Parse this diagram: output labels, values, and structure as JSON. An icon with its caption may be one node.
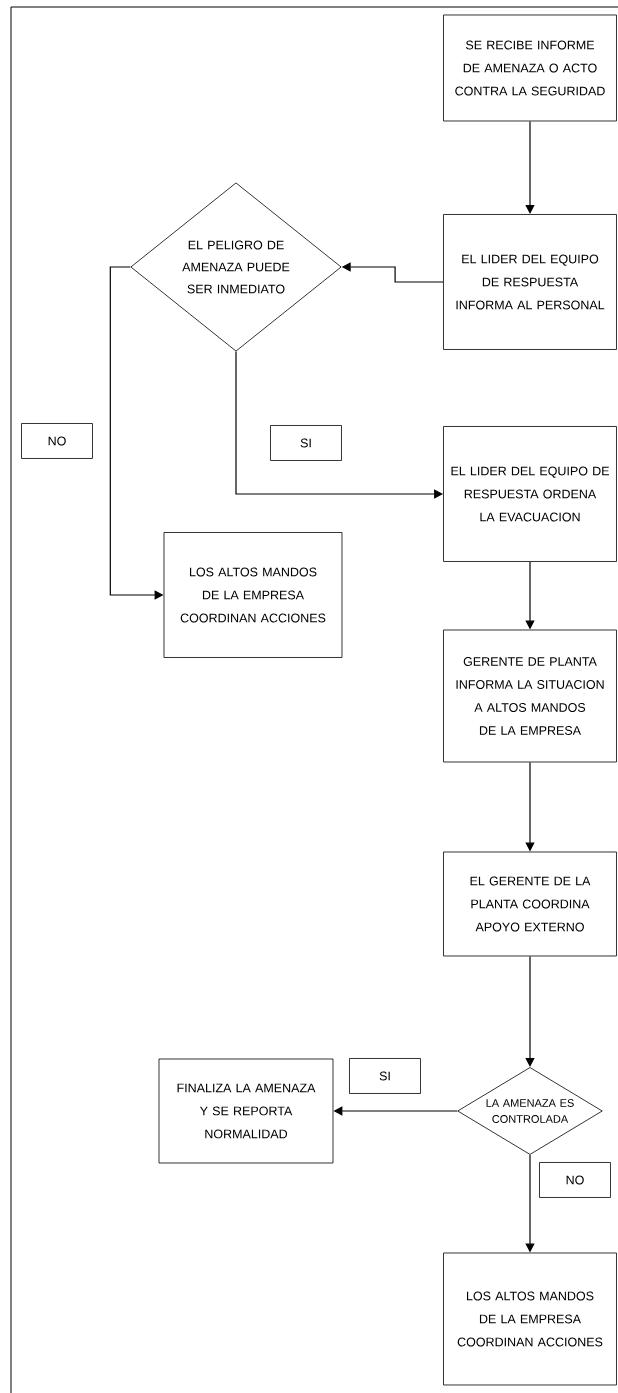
{
  "diagram": {
    "nodes": [
      {
        "text": [
          "SE RECIBE INFORME DE AMENAZA O ACTO CONTRA LA SEGURIDAD"
        ]
      },
      {
        "text": [
          "EL LIDER DEL EQUIPO DE RESPUESTA INFORMA AL PERSONAL"
        ]
      },
      {
        "text": [
          "EL PELIGRO DE AMENAZA PUEDE SER INMEDIATO"
        ]
      },
      {
        "text": [
          "EL LIDER DEL EQUIPO DE RESPUESTA ORDENA LA EVACUACION"
        ]
      },
      {
        "text": [
          "LOS ALTOS MANDOS DE LA EMPRESA COORDINAN ACCIONES"
        ]
      },
      {
        "text": [
          "GERENTE DE PLANTA INFORMA LA SITUACION  A ALTOS MANDOS DE LA EMPRESA"
        ]
      },
      {
        "text": [
          "EL GERENTE DE LA PLANTA COORDINA APOYO EXTERNO"
        ]
      },
      {
        "text": [
          "LA AMENAZA ES CONTROLADA"
        ]
      },
      {
        "text": [
          "FINALIZA LA AMENAZA Y SE REPORTA NORMALIDAD"
        ]
      },
      {
        "text": [
          "LOS ALTOS MANDOS DE LA EMPRESA COORDINAN ACCIONES"
        ]
      }
    ],
    "edges": [
      {
        "from": 0,
        "to": 1,
        "arrow": "to"
      },
      {
        "from": 1,
        "to": 2,
        "arrow": "to"
      },
      {
        "from": 2,
        "to": 3,
        "arrow": "to",
        "label": "SI"
      },
      {
        "from": 2,
        "to": 4,
        "arrow": "to",
        "label": "NO"
      },
      {
        "from": 3,
        "to": 5,
        "arrow": "to"
      },
      {
        "from": 5,
        "to": 6,
        "arrow": "to"
      },
      {
        "from": 6,
        "to": 7,
        "arrow": "to"
      },
      {
        "from": 7,
        "to": 8,
        "arrow": "to",
        "label": "SI"
      },
      {
        "from": 7,
        "to": 9,
        "arrow": "to",
        "label": "NO"
      }
    ]
  }
}
